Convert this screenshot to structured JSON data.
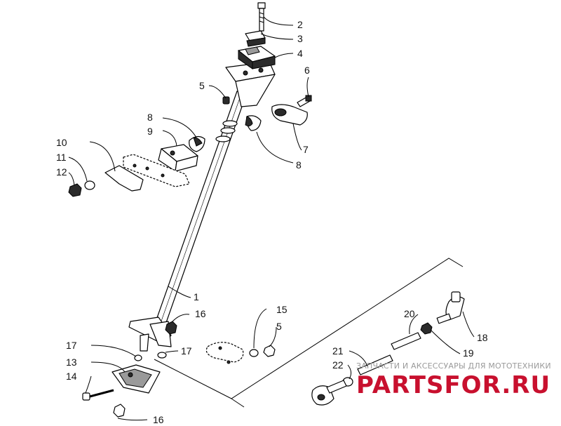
{
  "callouts": {
    "c1": "1",
    "c2": "2",
    "c3": "3",
    "c4": "4",
    "c5a": "5",
    "c5b": "5",
    "c6": "6",
    "c7": "7",
    "c8a": "8",
    "c8b": "8",
    "c9": "9",
    "c10": "10",
    "c11": "11",
    "c12": "12",
    "c13": "13",
    "c14": "14",
    "c15": "15",
    "c16a": "16",
    "c16b": "16",
    "c17a": "17",
    "c17b": "17",
    "c18": "18",
    "c19": "19",
    "c20": "20",
    "c21": "21",
    "c22": "22"
  },
  "watermark": {
    "tagline": "ЗАПЧАСТИ И АКСЕССУАРЫ ДЛЯ МОТОТЕХНИКИ",
    "logo": "PARTSFOR.RU",
    "logo_color": "#c8102e"
  }
}
